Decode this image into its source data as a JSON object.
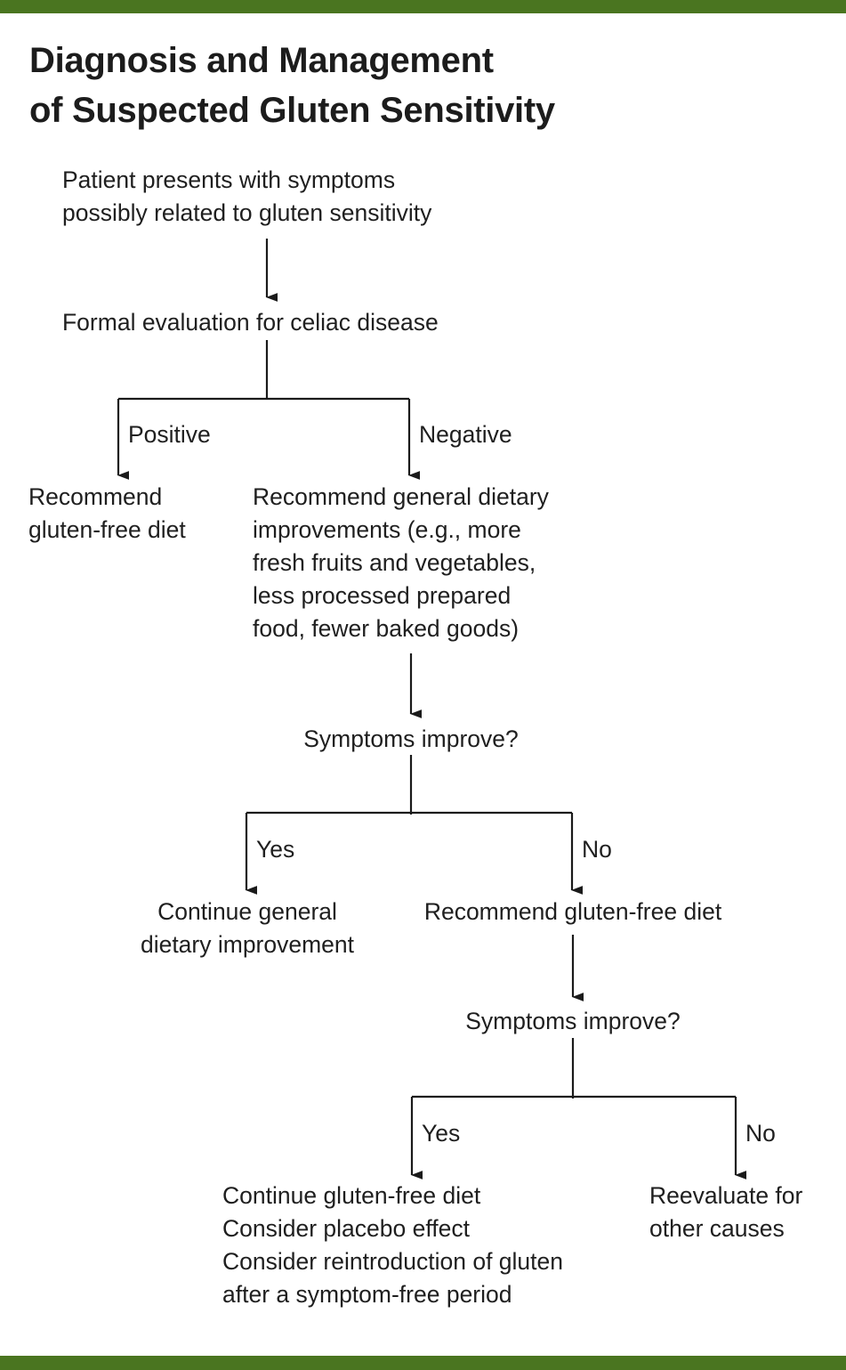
{
  "theme": {
    "accent_green": "#4a7520",
    "text_color": "#1f1f1f",
    "background": "#ffffff"
  },
  "title": "Diagnosis and Management\nof Suspected Gluten Sensitivity",
  "flowchart": {
    "type": "flowchart",
    "nodes": [
      {
        "id": "start",
        "text": "Patient presents with symptoms\npossibly related to gluten sensitivity"
      },
      {
        "id": "formal-evaluation",
        "text": "Formal evaluation for celiac disease"
      },
      {
        "id": "recommend-gfd-positive",
        "text": "Recommend\ngluten-free diet"
      },
      {
        "id": "recommend-general-dietary",
        "text": "Recommend general dietary\nimprovements (e.g., more\nfresh fruits and vegetables,\nless processed prepared\nfood, fewer baked goods)"
      },
      {
        "id": "symptoms-improve-1",
        "text": "Symptoms improve?"
      },
      {
        "id": "continue-general-dietary",
        "text": "Continue general\ndietary improvement"
      },
      {
        "id": "recommend-gfd-no",
        "text": "Recommend gluten-free diet"
      },
      {
        "id": "symptoms-improve-2",
        "text": "Symptoms improve?"
      },
      {
        "id": "continue-gfd-outcome",
        "text": "Continue gluten-free diet\nConsider placebo effect\nConsider reintroduction of gluten\n   after a symptom-free period"
      },
      {
        "id": "reevaluate",
        "text": "Reevaluate for\nother causes"
      }
    ],
    "edge_labels": [
      {
        "id": "positive",
        "text": "Positive"
      },
      {
        "id": "negative",
        "text": "Negative"
      },
      {
        "id": "yes-1",
        "text": "Yes"
      },
      {
        "id": "no-1",
        "text": "No"
      },
      {
        "id": "yes-2",
        "text": "Yes"
      },
      {
        "id": "no-2",
        "text": "No"
      }
    ]
  }
}
